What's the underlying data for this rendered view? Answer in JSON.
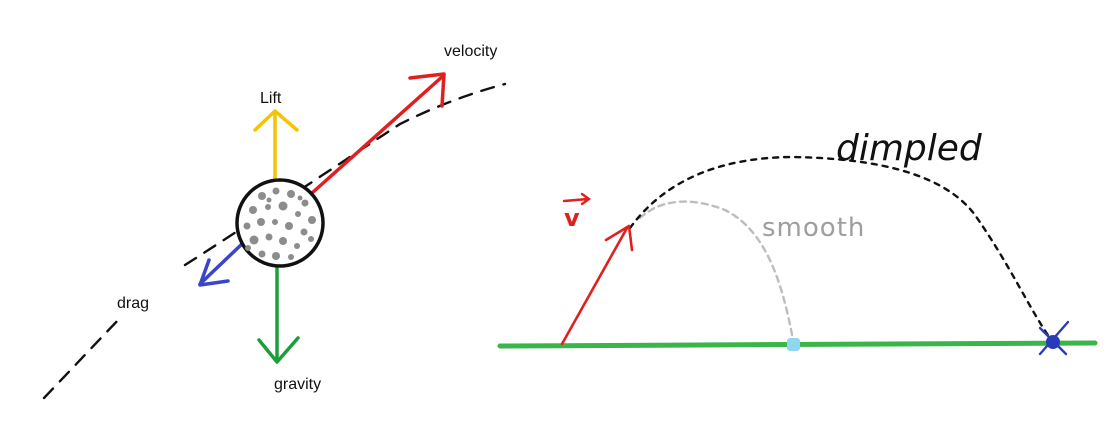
{
  "left_diagram": {
    "labels": {
      "lift": "Lift",
      "velocity": "velocity",
      "drag": "drag",
      "gravity": "gravity"
    },
    "colors": {
      "lift": "#f5c400",
      "velocity": "#e0201f",
      "drag": "#3b45c7",
      "gravity": "#1e9e3a",
      "trajectory": "#111111",
      "ball_dimples": "#8c8c8c"
    }
  },
  "right_diagram": {
    "labels": {
      "velocity_symbol": "v",
      "dimpled": "dimpled",
      "smooth": "smooth"
    },
    "colors": {
      "ground": "#3ab54a",
      "velocity": "#e0201f",
      "dimpled_path": "#111111",
      "smooth_path": "#bdbdbd",
      "smooth_landing": "#8fd6f0",
      "dimpled_landing": "#2a3bb8"
    }
  }
}
